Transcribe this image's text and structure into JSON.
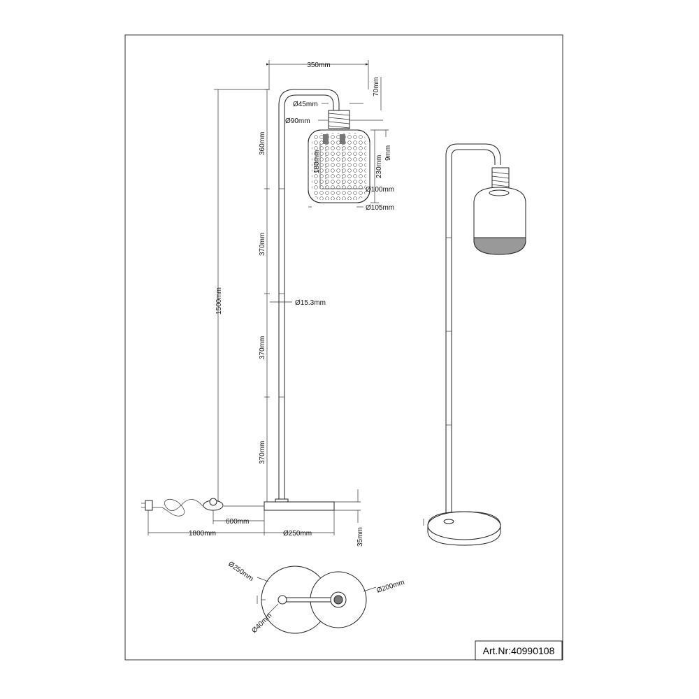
{
  "colors": {
    "stroke": "#222222",
    "shade": "#999999",
    "background": "#ffffff"
  },
  "article": {
    "label": "Art.Nr:40990108"
  },
  "dimensions": {
    "arm_width": "350mm",
    "top_height": "70mm",
    "socket_diameter": "Ø45mm",
    "shade_top_diameter": "Ø90mm",
    "shade_section_height": "360mm",
    "inner_height": "180mm",
    "shade_height": "230mm",
    "rim_height": "9mm",
    "shade_inner_diameter": "Ø100mm",
    "shade_outer_diameter": "Ø105mm",
    "rod_section_1": "370mm",
    "rod_diameter": "Ø15.3mm",
    "total_height": "1500mm",
    "rod_section_2": "370mm",
    "rod_section_3": "370mm",
    "switch_distance": "600mm",
    "cable_length": "1800mm",
    "base_diameter": "Ø250mm",
    "base_height": "35mm",
    "top_base_diameter": "Ø250mm",
    "top_base_inner_diameter": "Ø200mm",
    "top_rod_diameter": "Ø40mm"
  }
}
